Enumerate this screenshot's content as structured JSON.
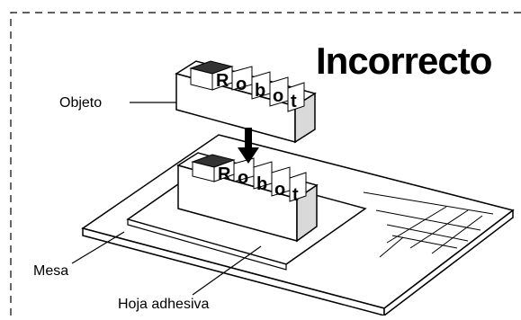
{
  "title": "Incorrecto",
  "labels": {
    "object": "Objeto",
    "table": "Mesa",
    "adhesive_sheet": "Hoja adhesiva"
  },
  "object_letters": [
    "R",
    "o",
    "b",
    "o",
    "t"
  ],
  "colors": {
    "line": "#000000",
    "background": "#ffffff",
    "block_side": "#d9d9d9",
    "key_dark": "#333333"
  }
}
